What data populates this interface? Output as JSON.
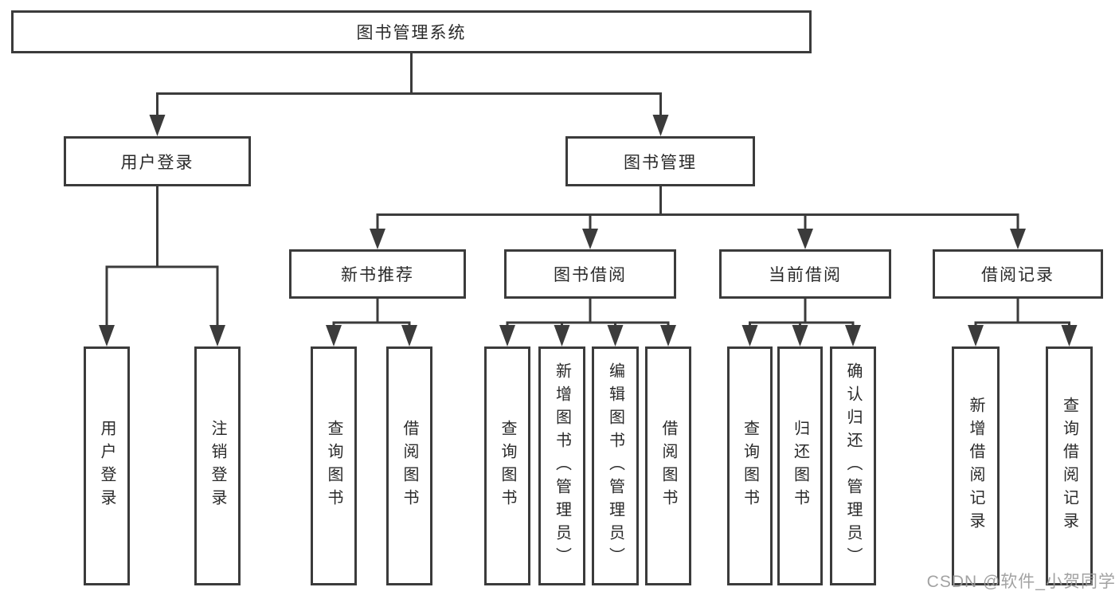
{
  "diagram_title": "图书管理系统",
  "tree": {
    "label": "图书管理系统",
    "children": [
      {
        "label": "用户登录",
        "children": [
          {
            "label": "用户登录"
          },
          {
            "label": "注销登录"
          }
        ]
      },
      {
        "label": "图书管理",
        "children": [
          {
            "label": "新书推荐",
            "children": [
              {
                "label": "查询图书"
              },
              {
                "label": "借阅图书"
              }
            ]
          },
          {
            "label": "图书借阅",
            "children": [
              {
                "label": "查询图书"
              },
              {
                "label": "新增图书（管理员）"
              },
              {
                "label": "编辑图书（管理员）"
              },
              {
                "label": "借阅图书"
              }
            ]
          },
          {
            "label": "当前借阅",
            "children": [
              {
                "label": "查询图书"
              },
              {
                "label": "归还图书"
              },
              {
                "label": "确认归还（管理员）"
              }
            ]
          },
          {
            "label": "借阅记录",
            "children": [
              {
                "label": "新增借阅记录"
              },
              {
                "label": "查询借阅记录"
              }
            ]
          }
        ]
      }
    ]
  },
  "watermark": {
    "text": "CSDN @软件_小贺同学"
  },
  "colors": {
    "line": "#3b3b3b",
    "box_border": "#3b3b3b",
    "text": "#2a2a2a",
    "watermark": "#9b9b9b",
    "background": "#ffffff"
  }
}
